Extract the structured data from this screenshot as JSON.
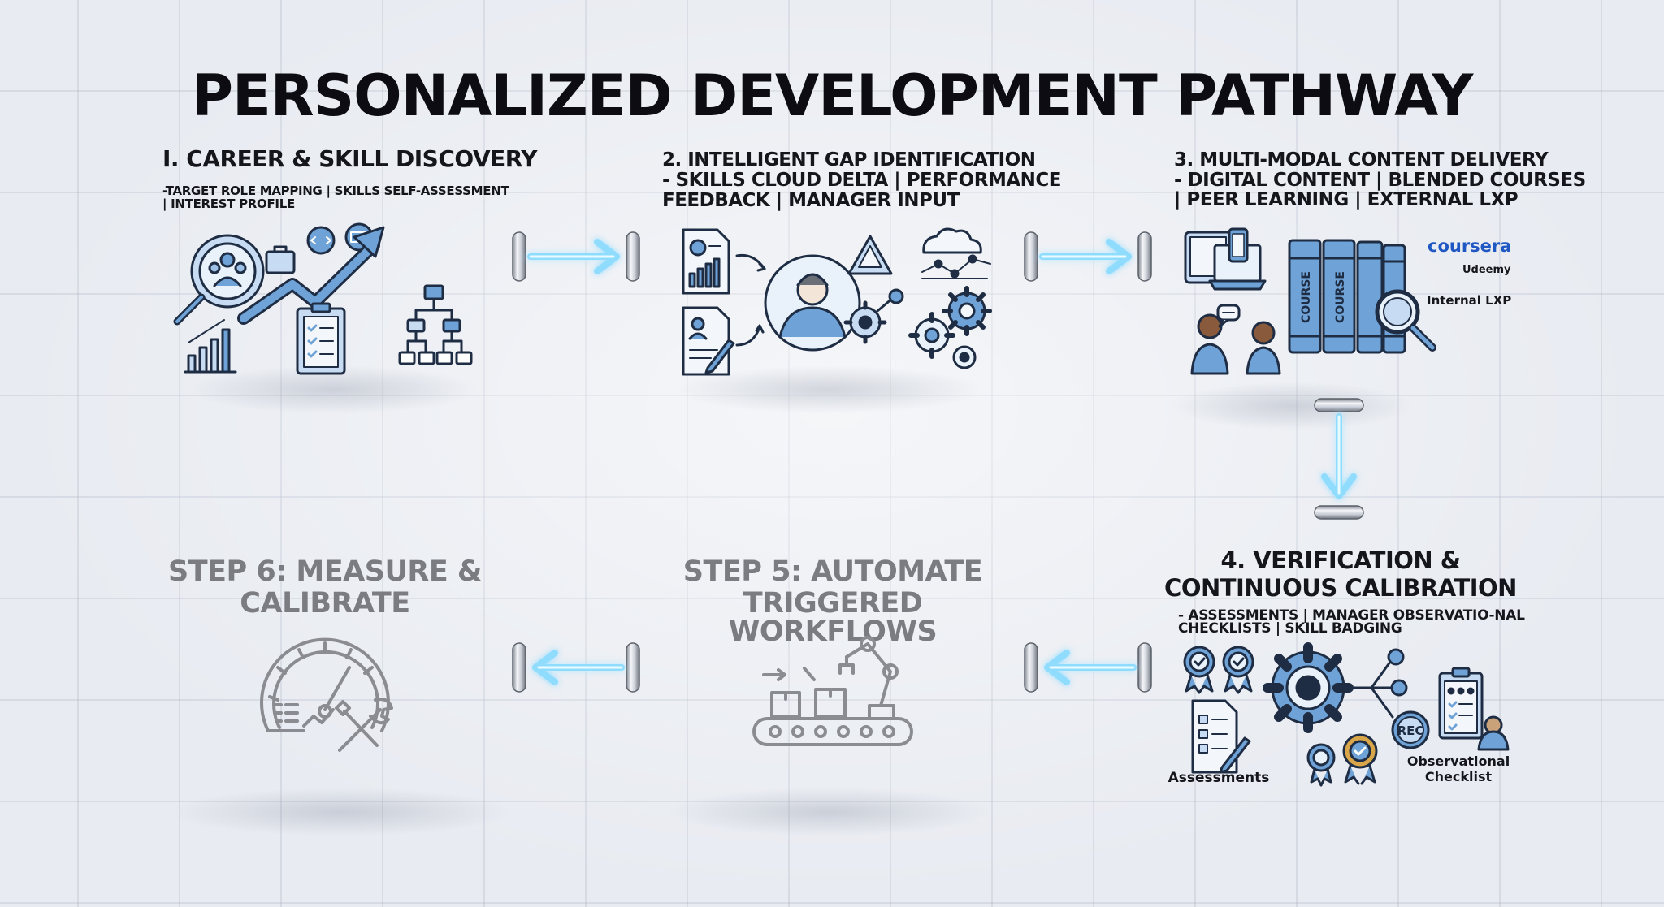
{
  "title": "PERSONALIZED DEVELOPMENT PATHWAY",
  "steps": [
    {
      "heading": "I. CAREER & SKILL DISCOVERY",
      "detail_line1": "-TARGET ROLE MAPPING | SKILLS SELF-ASSESSMENT",
      "detail_line2": "| INTEREST PROFILE",
      "icons": [
        "magnifier-people-icon",
        "briefcase-icon",
        "code-badge-icon",
        "growth-arrow-icon",
        "bar-chart-icon",
        "clipboard-checklist-icon",
        "org-chart-icon"
      ]
    },
    {
      "heading_line1": "2. INTELLIGENT GAP IDENTIFICATION",
      "heading_line2": "- SKILLS CLOUD DELTA | PERFORMANCE",
      "heading_line3": "FEEDBACK | MANAGER INPUT",
      "icons": [
        "report-document-icon",
        "profile-document-icon",
        "person-gap-icon",
        "warning-triangle-icon",
        "cloud-network-icon",
        "gears-icon"
      ]
    },
    {
      "heading_line1": "3. MULTI-MODAL CONTENT DELIVERY",
      "heading_line2": "- DIGITAL CONTENT | BLENDED COURSES",
      "heading_line3": "| PEER LEARNING | EXTERNAL LXP",
      "book_label_1": "COURSE",
      "book_label_2": "COURSE",
      "brand_1": "coursera",
      "brand_2": "Udeemy",
      "brand_3": "Internal LXP",
      "icons": [
        "devices-icon",
        "peer-learning-icon",
        "books-icon",
        "magnifier-icon"
      ]
    },
    {
      "heading_line1": "4. VERIFICATION &",
      "heading_line2": "CONTINUOUS CALIBRATION",
      "detail_line1": "- ASSESSMENTS | MANAGER OBSERVATIO-NAL",
      "detail_line2": "CHECKLISTS | SKILL BADGING",
      "caption_assessments": "Assessments",
      "caption_observational_1": "Observational",
      "caption_observational_2": "Checklist",
      "rec_label": "REC",
      "icons": [
        "award-badge-icon",
        "assessment-doc-icon",
        "gear-hub-icon",
        "rec-badge-icon",
        "observation-clipboard-icon"
      ]
    },
    {
      "heading_line1": "STEP 5: AUTOMATE",
      "heading_line2": "TRIGGERED WORKFLOWS",
      "icons": [
        "conveyor-robot-arm-icon"
      ]
    },
    {
      "heading_line1": "STEP 6: MEASURE &",
      "heading_line2": "CALIBRATE",
      "icons": [
        "gauge-wrench-icon"
      ]
    }
  ],
  "colors": {
    "accent_blue": "#6fa2d6",
    "ink": "#1f2d44",
    "faded_text": "#7b7c82",
    "arrow_glow": "#8fdcff",
    "coursera_blue": "#1f57c3"
  }
}
